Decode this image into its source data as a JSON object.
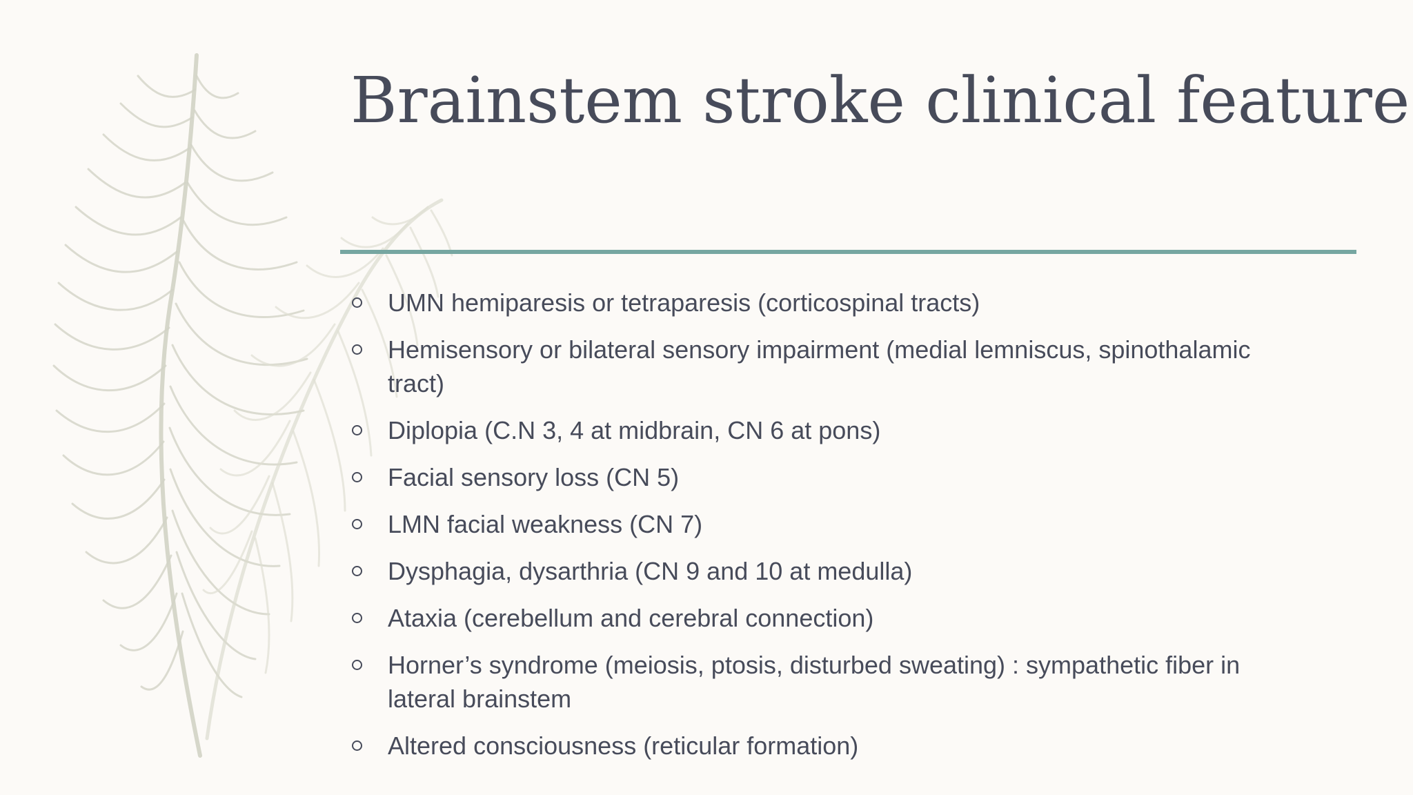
{
  "slide": {
    "title": "Brainstem stroke clinical feature",
    "accent_color": "#76a6a1",
    "text_color": "#474b5a",
    "background_color": "#fcfaf7",
    "decoration": "feather-illustration",
    "bullet_icon": "hollow-circle-icon",
    "bullets": [
      "UMN hemiparesis or tetraparesis (corticospinal tracts)",
      "Hemisensory or bilateral sensory impairment (medial lemniscus, spinothalamic tract)",
      "Diplopia (C.N 3, 4 at midbrain, CN 6 at pons)",
      "Facial sensory loss (CN 5)",
      "LMN facial weakness (CN 7)",
      "Dysphagia, dysarthria (CN 9 and 10 at medulla)",
      "Ataxia (cerebellum and cerebral connection)",
      "Horner’s syndrome (meiosis, ptosis, disturbed sweating) : sympathetic fiber in lateral brainstem",
      "Altered consciousness (reticular formation)"
    ]
  }
}
